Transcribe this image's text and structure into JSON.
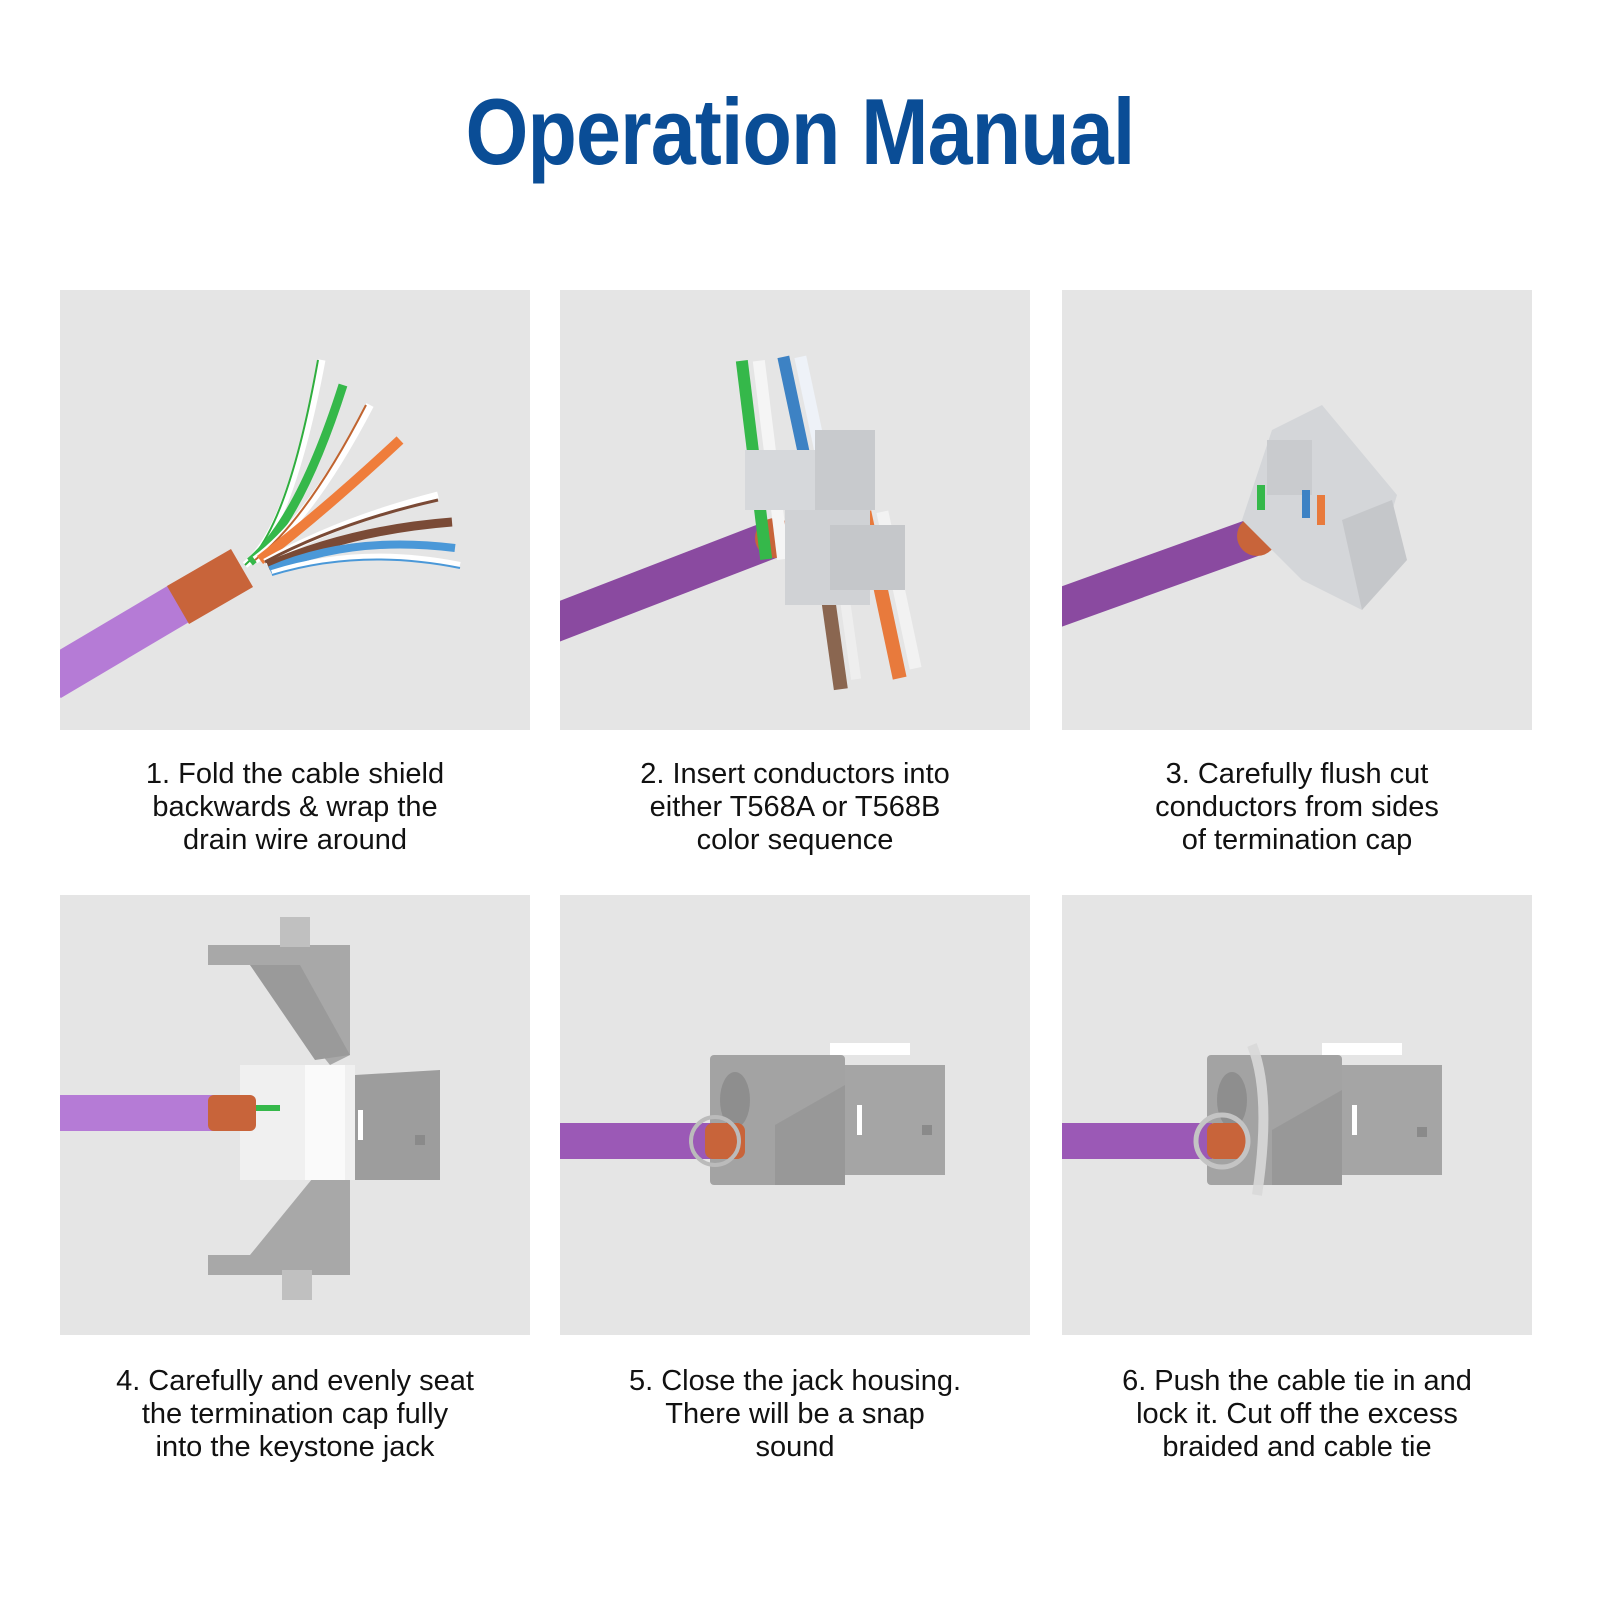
{
  "header": {
    "title": "Operation Manual"
  },
  "colors": {
    "title": "#0a4d96",
    "panel_bg": "#e5e5e5",
    "cable": "#9b59b6",
    "shield": "#c8643a",
    "metal": "#9d9d9d",
    "caption": "#111111"
  },
  "steps": [
    {
      "number": "1",
      "image": "stripped-cable-with-folded-shield",
      "lines": [
        "1. Fold the cable shield",
        "backwards & wrap the",
        "drain wire around"
      ]
    },
    {
      "number": "2",
      "image": "conductors-in-termination-cap",
      "lines": [
        "2. Insert conductors into",
        "either T568A or T568B",
        "color sequence"
      ]
    },
    {
      "number": "3",
      "image": "flush-cut-termination-cap",
      "lines": [
        "3. Carefully flush cut",
        "conductors from sides",
        "of termination cap"
      ]
    },
    {
      "number": "4",
      "image": "cap-seated-in-open-keystone-jack",
      "lines": [
        "4. Carefully and evenly seat",
        "the termination cap fully",
        "into the keystone jack"
      ]
    },
    {
      "number": "5",
      "image": "closed-jack-housing",
      "lines": [
        "5. Close the jack housing.",
        "There will be a snap",
        "sound"
      ]
    },
    {
      "number": "6",
      "image": "cable-tie-on-jack",
      "lines": [
        "6. Push the cable tie in and",
        "lock it. Cut off the excess",
        "braided and cable tie"
      ]
    }
  ]
}
